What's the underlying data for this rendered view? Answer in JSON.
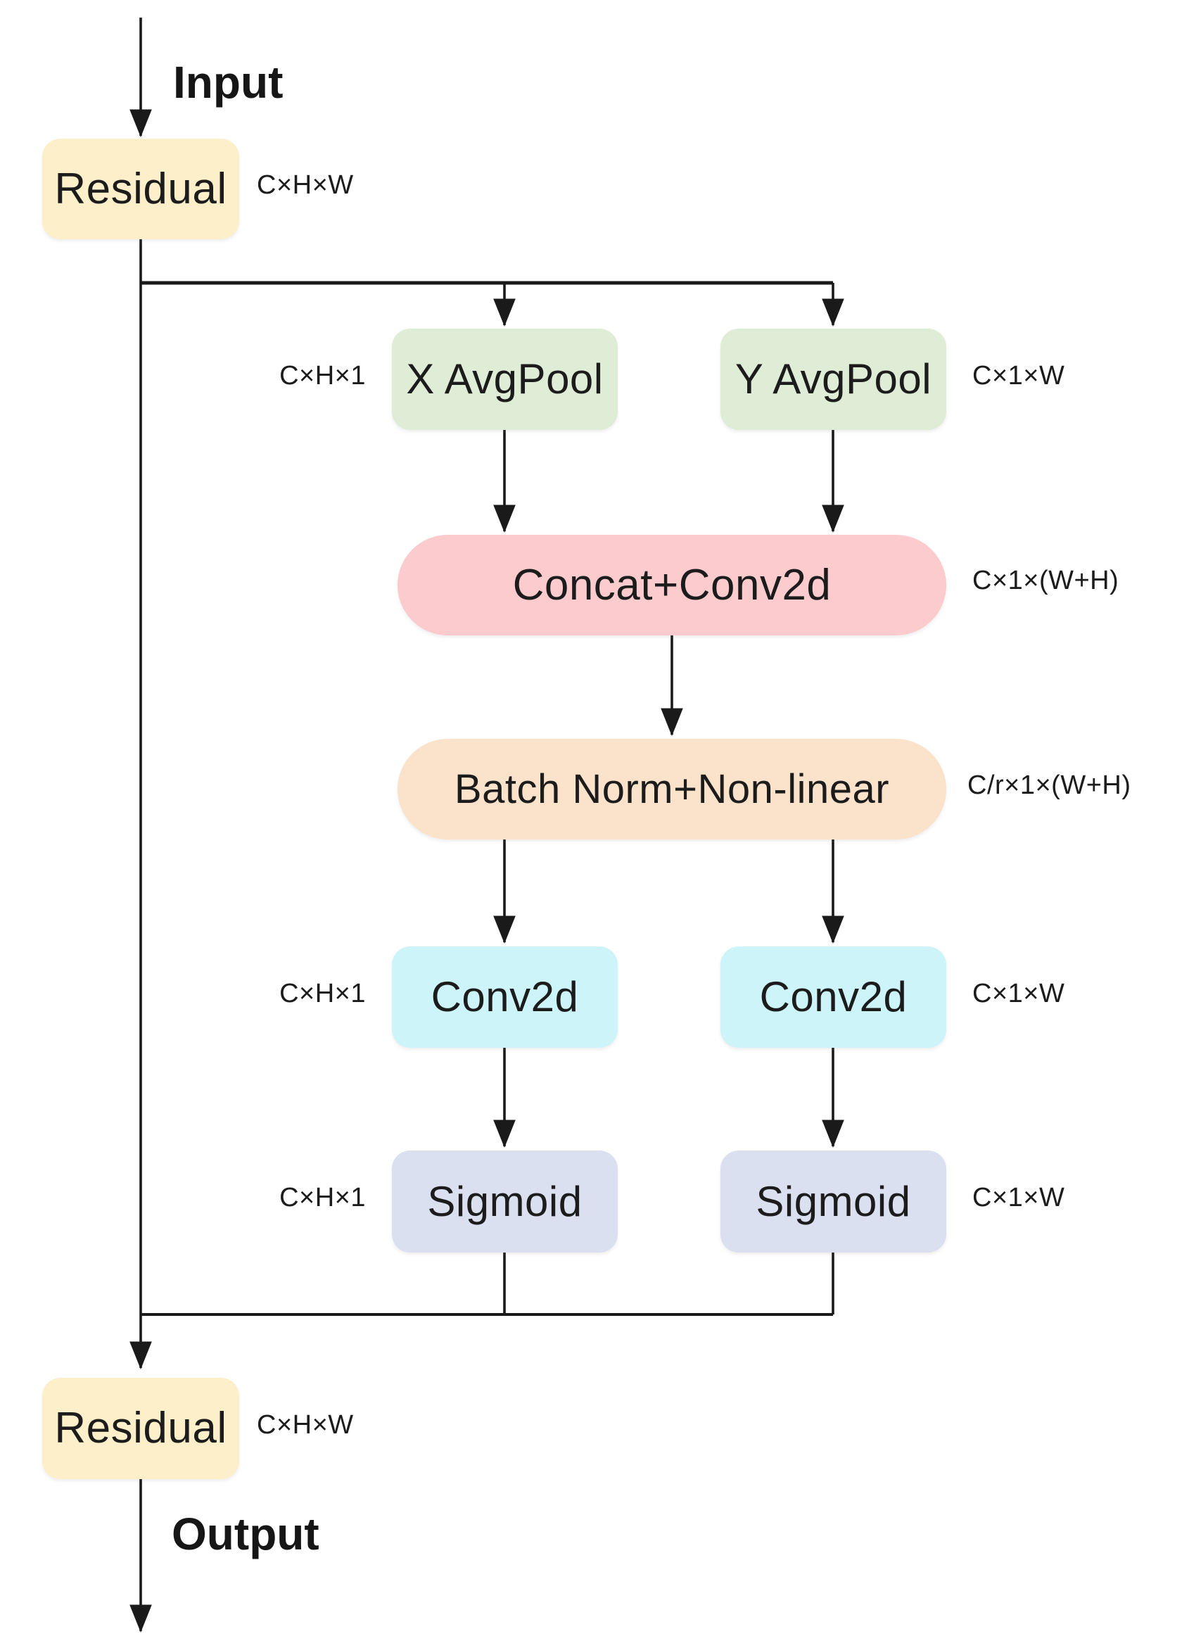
{
  "diagram": {
    "input_label": "Input",
    "output_label": "Output",
    "nodes": {
      "residual_top": {
        "label": "Residual",
        "dim": "C×H×W"
      },
      "x_avgpool": {
        "label": "X AvgPool",
        "dim": "C×H×1"
      },
      "y_avgpool": {
        "label": "Y AvgPool",
        "dim": "C×1×W"
      },
      "concat_conv": {
        "label": "Concat+Conv2d",
        "dim": "C×1×(W+H)"
      },
      "batchnorm": {
        "label": "Batch Norm+Non-linear",
        "dim": "C/r×1×(W+H)"
      },
      "conv2d_left": {
        "label": "Conv2d",
        "dim": "C×H×1"
      },
      "conv2d_right": {
        "label": "Conv2d",
        "dim": "C×1×W"
      },
      "sigmoid_left": {
        "label": "Sigmoid",
        "dim": "C×H×1"
      },
      "sigmoid_right": {
        "label": "Sigmoid",
        "dim": "C×1×W"
      },
      "residual_bottom": {
        "label": "Residual",
        "dim": "C×H×W"
      }
    },
    "colors": {
      "residual": "#FCEFC9",
      "avgpool": "#DFECD6",
      "concat": "#FBCBCE",
      "batchnorm": "#FAE2CB",
      "conv2d": "#CDF5F9",
      "sigmoid": "#DAE0F0",
      "line": "#1a1a1a"
    }
  }
}
